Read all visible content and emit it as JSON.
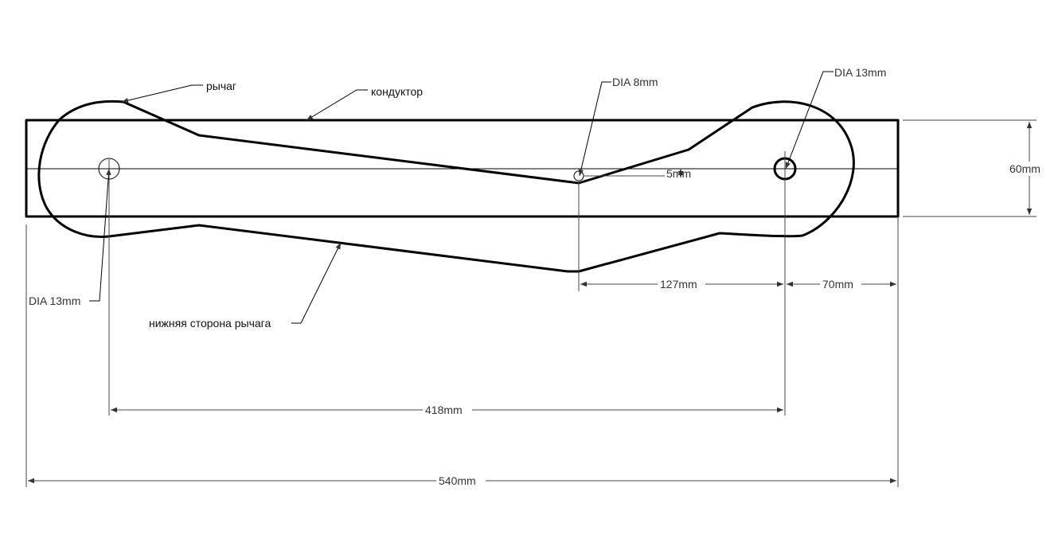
{
  "labels": {
    "lever": "рычаг",
    "jig": "кондуктор",
    "lever_underside": "нижняя сторона рычага"
  },
  "holes": {
    "left": "DIA 13mm",
    "middle": "DIA 8mm",
    "right": "DIA 13mm"
  },
  "dimensions": {
    "height": "60mm",
    "offset": "5mm",
    "mid_to_right": "127mm",
    "right_to_edge": "70mm",
    "hole_spacing": "418mm",
    "overall_length": "540mm"
  }
}
